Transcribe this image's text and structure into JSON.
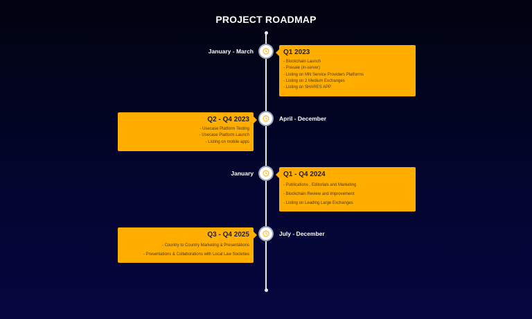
{
  "page": {
    "title": "PROJECT ROADMAP"
  },
  "icons": {
    "node_icon": "clock-icon",
    "accent": "#ffae00",
    "card_text": "#4a3a10"
  },
  "milestones": [
    {
      "date": "January - March",
      "title": "Q1 2023",
      "items": [
        "- Blockchain Launch",
        "- Presale (in-server)",
        "- Listing on MN Service Providers Platforms",
        "- Listing on 2 Medium Exchanges",
        "- Listing on SHARES APP"
      ]
    },
    {
      "date": "April - December",
      "title": "Q2 - Q4 2023",
      "items": [
        "- Usecase Platform Testing",
        "- Usecase Platform Launch",
        "- Listing on mobile apps"
      ]
    },
    {
      "date": "January",
      "title": "Q1 - Q4 2024",
      "items": [
        "- Publications , Editorials and Marketing",
        "- Blockchain Review and Improvement",
        "- Listing on Leading Large Exchanges"
      ]
    },
    {
      "date": "July - December",
      "title": "Q3 - Q4 2025",
      "items": [
        "- Country to Country Marketing & Presentations",
        "- Presentations & Collaborations with Local Law Societies"
      ]
    }
  ]
}
